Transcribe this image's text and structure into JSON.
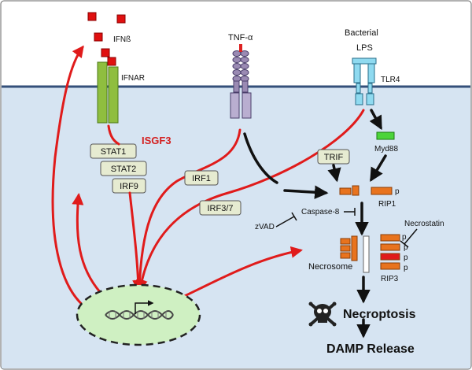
{
  "colors": {
    "extracellular": "#ffffff",
    "cytoplasm": "#d6e4f2",
    "membrane": "#34507a",
    "red_arrow": "#e01b1b",
    "black_arrow": "#111111",
    "box_fill": "#e6ebd1",
    "receptor_green": "#8fbe3f",
    "tlr_cyan": "#8fdaf0",
    "tnf_purple": "#9a8ab3",
    "rip_orange": "#e8731e",
    "nucleus_fill": "#cff0c2",
    "isgf3_red": "#d42020"
  },
  "labels": {
    "ifnb": "IFNß",
    "ifnar": "IFNAR",
    "tnf": "TNF-α",
    "bacterial": "Bacterial",
    "lps": "LPS",
    "tlr4": "TLR4",
    "isgf3": "ISGF3",
    "stat1": "STAT1",
    "stat2": "STAT2",
    "irf9": "IRF9",
    "irf1": "IRF1",
    "irf37": "IRF3/7",
    "trif": "TRIF",
    "myd88": "Myd88",
    "rip1": "RIP1",
    "p": "p",
    "caspase8": "Caspase-8",
    "zvad": "zVAD",
    "necrostatin": "Necrostatin",
    "necrosome": "Necrosome",
    "rip3": "RIP3",
    "necroptosis": "Necroptosis",
    "damp": "DAMP Release"
  },
  "icons": {
    "skull": "skull-crossbones-icon",
    "dna": "dna-helix-icon"
  }
}
